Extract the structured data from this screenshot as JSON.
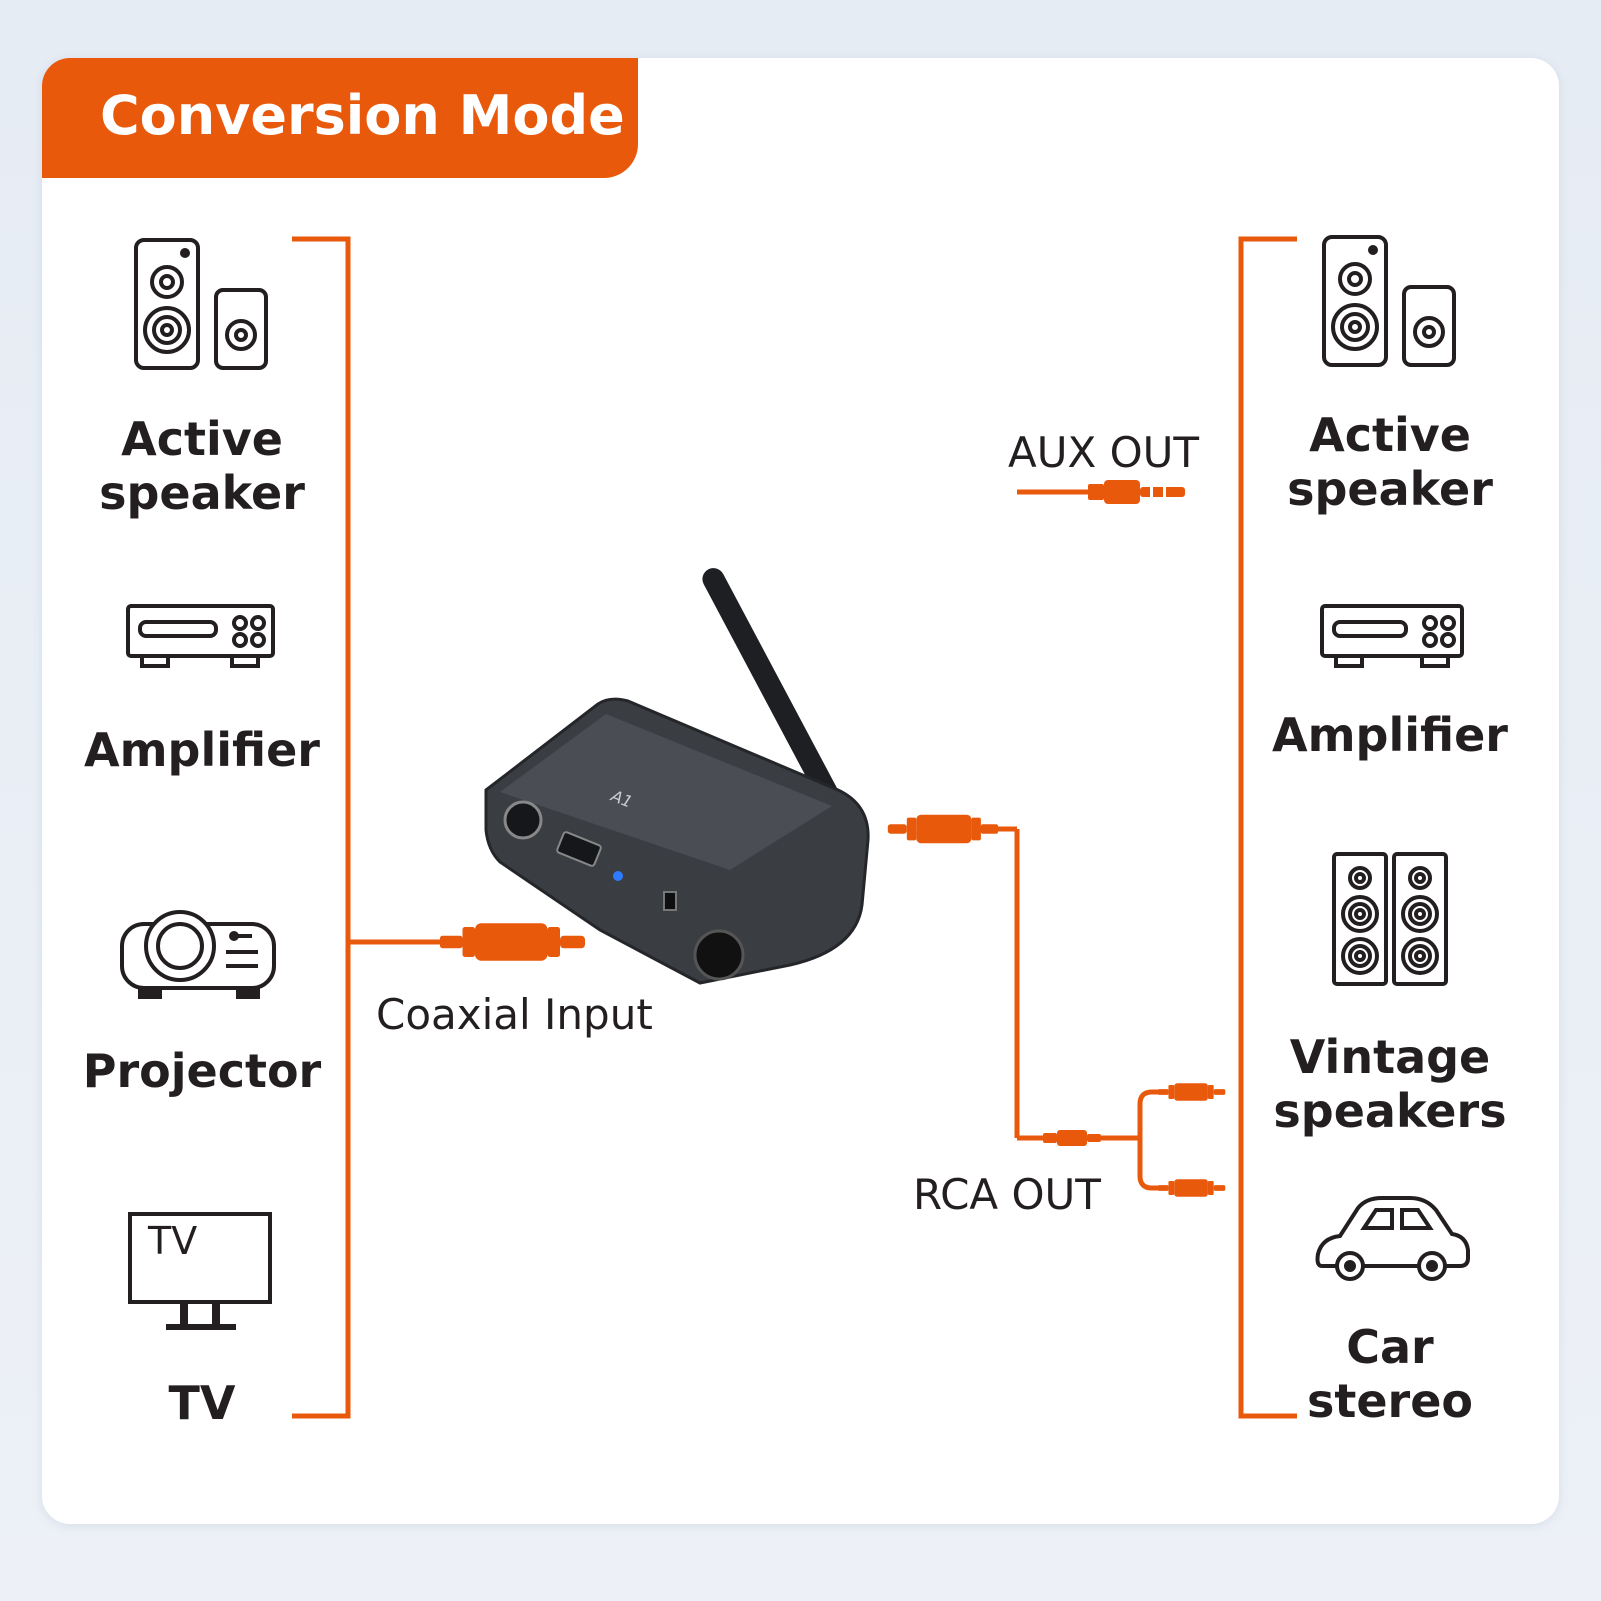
{
  "title": "Conversion Mode",
  "colors": {
    "accent": "#e8590c",
    "line": "#e8590c",
    "text": "#231f20",
    "device": "#3a3d42"
  },
  "inputs": {
    "devices": [
      {
        "label": "Active speaker",
        "icon": "active-speaker-icon"
      },
      {
        "label": "Amplifier",
        "icon": "amplifier-icon"
      },
      {
        "label": "Projector",
        "icon": "projector-icon"
      },
      {
        "label": "TV",
        "icon": "tv-icon"
      }
    ],
    "port_label": "Coaxial Input"
  },
  "outputs": {
    "devices": [
      {
        "label": "Active speaker",
        "icon": "active-speaker-icon"
      },
      {
        "label": "Amplifier",
        "icon": "amplifier-icon"
      },
      {
        "label": "Vintage speakers",
        "icon": "vintage-speakers-icon"
      },
      {
        "label": "Car stereo",
        "icon": "car-icon"
      }
    ],
    "aux_label": "AUX OUT",
    "rca_label": "RCA OUT"
  },
  "icons": {
    "tv_screen_text": "TV"
  },
  "device": {
    "model_label": "A1"
  }
}
